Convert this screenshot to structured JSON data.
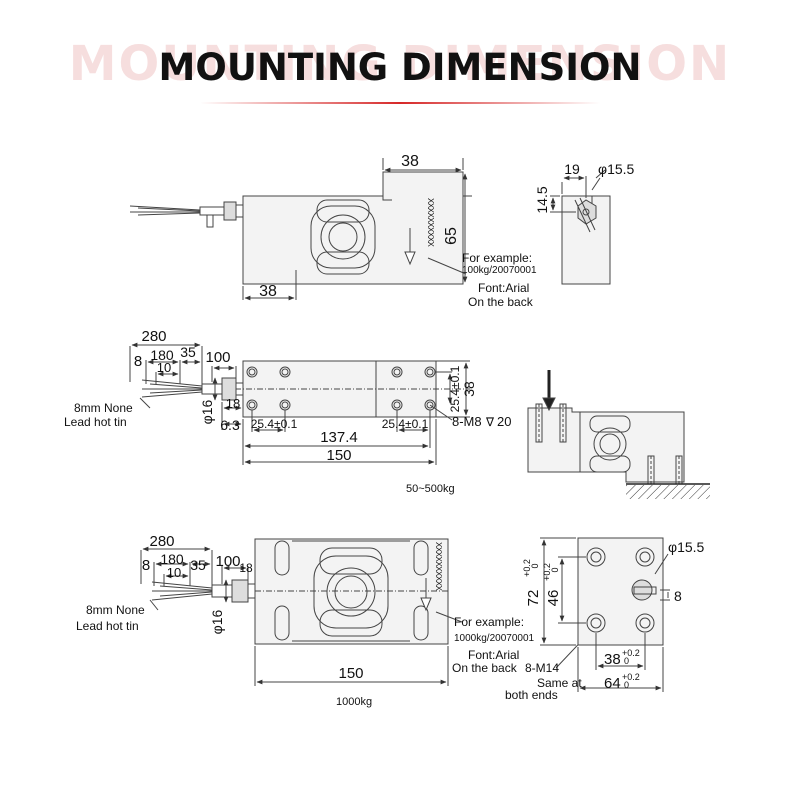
{
  "title": {
    "text": "MOUNTING DIMENSION",
    "accent_color": "#d62828"
  },
  "view1": {
    "dim_top": "38",
    "dim_height": "65",
    "dim_bottom": "38",
    "example_label": "For example:",
    "example_code": "100kg/20070001",
    "font_label": "Font:Arial",
    "back_label": "On the back",
    "serial_marks": "XXXXXXXXXX"
  },
  "view1_side": {
    "dim_width": "19",
    "dim_dia": "φ15.5",
    "dim_height": "14.5"
  },
  "view2": {
    "cable_len": "280",
    "cable_180": "180",
    "cable_35": "35",
    "cable_8": "8",
    "cable_10": "10",
    "dim_100": "100",
    "dim_18": "18",
    "dim_phi16": "φ16",
    "dim_63": "6.3",
    "hole_pitch_left": "25.4±0.1",
    "hole_pitch_right": "25.4±0.1",
    "vertical_pitch": "25.4±0.1",
    "dim_38": "38",
    "dim_1374": "137.4",
    "dim_150": "150",
    "thread_label": "8-M8",
    "thread_depth": "20",
    "wire_label_1": "8mm None",
    "wire_label_2": "Lead hot tin",
    "range_label": "50~500kg"
  },
  "view3": {
    "cable_len": "280",
    "cable_180": "180",
    "cable_35": "35",
    "cable_8": "8",
    "cable_10": "10",
    "dim_100": "100",
    "dim_18": "18",
    "dim_phi16": "φ16",
    "wire_label_1": "8mm None",
    "wire_label_2": "Lead hot tin",
    "dim_150": "150",
    "example_label": "For example:",
    "example_code": "1000kg/20070001",
    "font_label": "Font:Arial",
    "back_label": "On the back",
    "thread_label": "8-M14",
    "same_label_1": "Same at",
    "same_label_2": "both ends",
    "capacity_label": "1000kg",
    "serial_marks": "XXXXXXXXXX"
  },
  "view3_end": {
    "dim_72": "72",
    "dim_46": "46",
    "tol_plus": "+0.2",
    "tol_zero": "0",
    "dim_38": "38",
    "dim_64": "64",
    "dim_dia": "φ15.5",
    "dim_8": "8"
  }
}
